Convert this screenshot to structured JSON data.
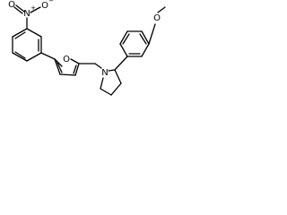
{
  "molecule": {
    "atoms": {
      "nitro_n": "N",
      "nitro_plus": "+",
      "nitro_o_top": "O",
      "nitro_minus": "−",
      "nitro_o_bottom": "O",
      "furan_o": "O",
      "pyrrolidine_n": "N",
      "methoxy_o": "O"
    }
  },
  "colors": {
    "bond": "#000000",
    "background": "#ffffff"
  }
}
